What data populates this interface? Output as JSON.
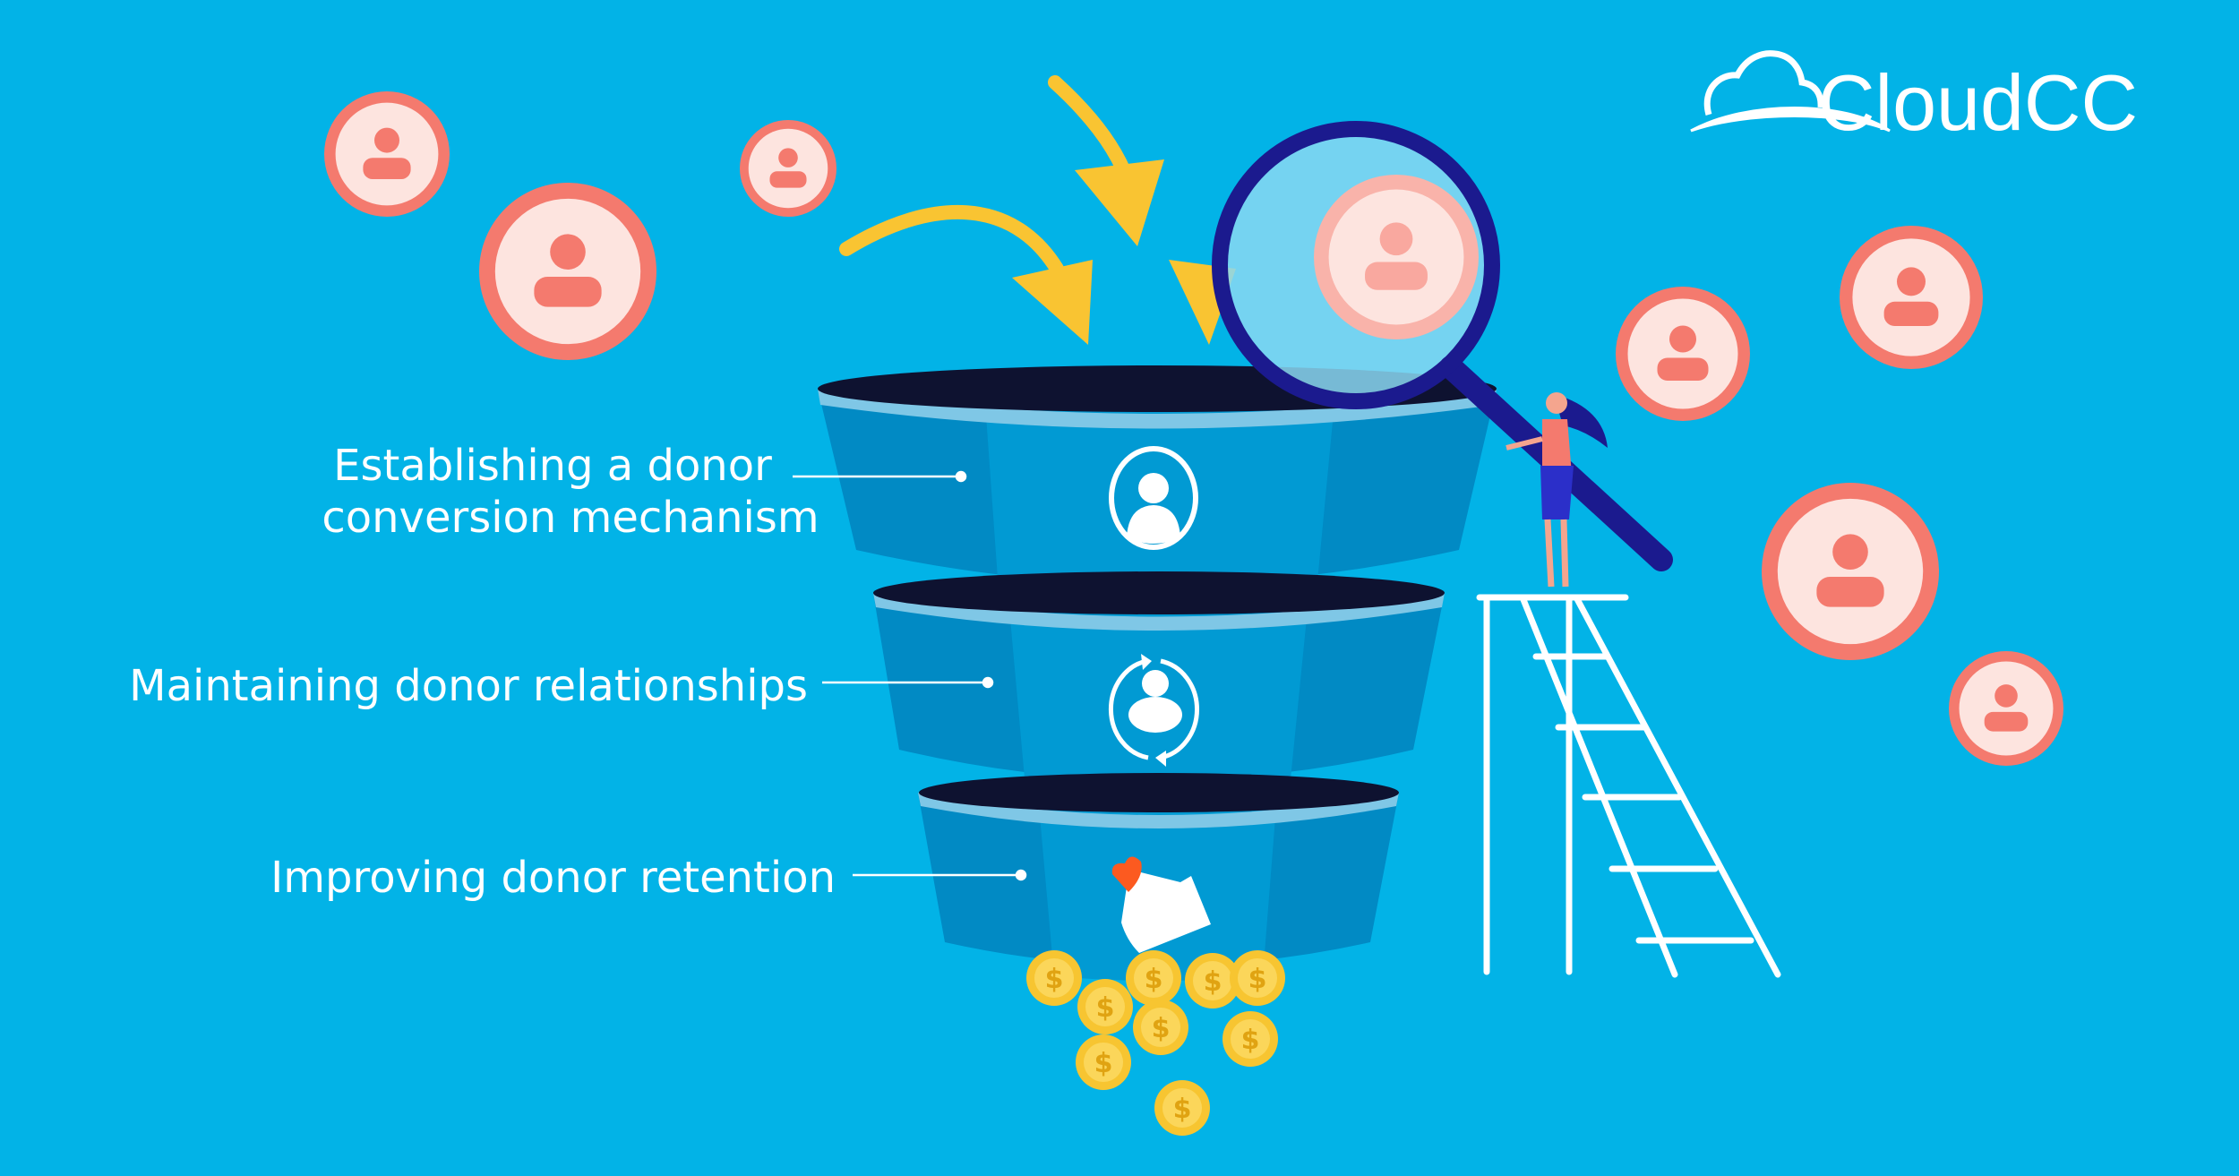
{
  "brand": {
    "name": "CloudCC"
  },
  "funnel": {
    "stages": [
      {
        "label_line1": "Establishing a donor",
        "label_line2": "conversion mechanism",
        "icon": "user-circle-icon"
      },
      {
        "label_line1": "Maintaining donor relationships",
        "icon": "user-refresh-icon"
      },
      {
        "label_line1": "Improving donor retention",
        "icon": "hand-heart-icon"
      }
    ]
  },
  "colors": {
    "background": "#02b3e7",
    "funnel_mid": "#019ad3",
    "funnel_side": "#018ac4",
    "funnel_rim": "#7fc7e6",
    "funnel_mouth": "#0e1230",
    "person_badge": "#f47a6e",
    "arrow": "#f9c432",
    "magnifier": "#1b1a8e",
    "coin": "#f7c531"
  }
}
